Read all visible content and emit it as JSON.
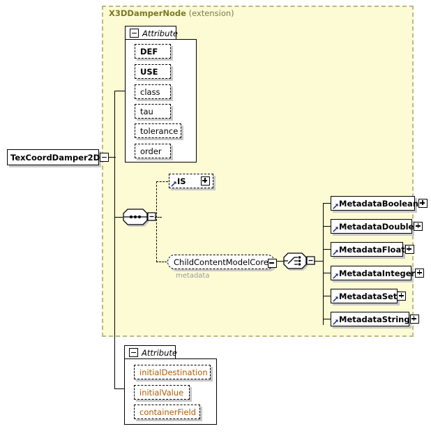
{
  "diagram": {
    "type": "xml-schema-element-diagram",
    "root_element": "TexCoordDamper2D",
    "extension": {
      "name": "X3DDamperNode",
      "qualifier": "(extension)"
    },
    "background_color": "#fdfbd4",
    "border_color": "#b9b98a"
  },
  "root": {
    "label": "TexCoordDamper2D",
    "control": "collapse"
  },
  "inherited_attributes": {
    "tab_label": "Attribute",
    "control": "collapse",
    "items": [
      {
        "label": "DEF",
        "style": "bold"
      },
      {
        "label": "USE",
        "style": "bold"
      },
      {
        "label": "class",
        "style": "normal"
      },
      {
        "label": "tau",
        "style": "normal"
      },
      {
        "label": "tolerance",
        "style": "normal"
      },
      {
        "label": "order",
        "style": "normal"
      }
    ]
  },
  "own_attributes": {
    "tab_label": "Attribute",
    "control": "collapse",
    "items": [
      {
        "label": "initialDestination",
        "style": "optional"
      },
      {
        "label": "initialValue",
        "style": "optional"
      },
      {
        "label": "containerField",
        "style": "optional"
      }
    ]
  },
  "content_model": {
    "compositor": "sequence",
    "compositor_control": "collapse",
    "children": [
      {
        "kind": "element-reference",
        "label": "IS",
        "control": "expand"
      },
      {
        "kind": "group-reference",
        "label": "ChildContentModelCore",
        "sub_label": "metadata",
        "control": "collapse"
      }
    ]
  },
  "metadata_choice": {
    "compositor": "choice",
    "compositor_control": "collapse",
    "options": [
      {
        "label": "MetadataBoolean",
        "control": "expand"
      },
      {
        "label": "MetadataDouble",
        "control": "expand"
      },
      {
        "label": "MetadataFloat",
        "control": "expand"
      },
      {
        "label": "MetadataInteger",
        "control": "expand"
      },
      {
        "label": "MetadataSet",
        "control": "expand"
      },
      {
        "label": "MetadataString",
        "control": "expand"
      }
    ]
  },
  "colors": {
    "panel_fill": "#fdfbd4",
    "panel_border": "#b9b98a",
    "title_text": "#7a7a22",
    "optional_attr_text": "#b25a00",
    "shadow": "#c8c8c8"
  }
}
